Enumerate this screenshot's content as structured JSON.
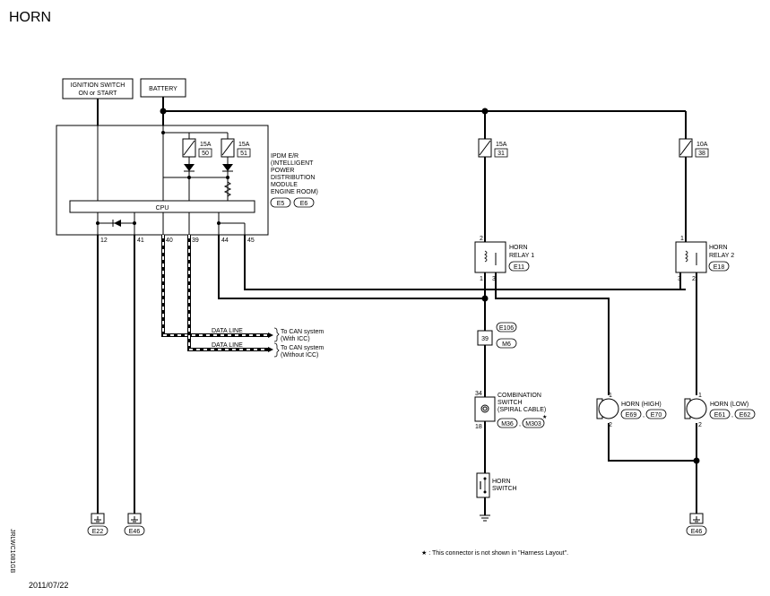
{
  "title": "HORN",
  "ignition_switch": {
    "line1": "IGNITION SWITCH",
    "line2": "ON or START"
  },
  "battery": "BATTERY",
  "ipdm": {
    "lines": [
      "IPDM E/R",
      "(INTELLIGENT",
      "POWER",
      "DISTRIBUTION",
      "MODULE",
      "ENGINE ROOM)"
    ],
    "connectors": [
      "E5",
      "E6"
    ],
    "cpu": "CPU",
    "fuses": [
      {
        "amp": "15A",
        "no": "50"
      },
      {
        "amp": "15A",
        "no": "51"
      }
    ],
    "terminals": [
      "12",
      "41",
      "40",
      "39",
      "44",
      "45"
    ]
  },
  "data_lines": [
    {
      "label": "DATA LINE",
      "dest1": "To CAN system",
      "dest2": "(With ICC)"
    },
    {
      "label": "DATA LINE",
      "dest1": "To CAN system",
      "dest2": "(Without ICC)"
    }
  ],
  "fuses_ext": [
    {
      "amp": "15A",
      "no": "31"
    },
    {
      "amp": "10A",
      "no": "38"
    }
  ],
  "relay1": {
    "line1": "HORN",
    "line2": "RELAY 1",
    "connector": "E11",
    "pins": [
      "2",
      "1",
      "3"
    ]
  },
  "relay2": {
    "line1": "HORN",
    "line2": "RELAY 2",
    "connector": "E18",
    "pins": [
      "1",
      "3",
      "2"
    ]
  },
  "joint": {
    "pin": "39",
    "connectors": [
      "E106",
      "M6"
    ]
  },
  "combination_switch": {
    "lines": [
      "COMBINATION",
      "SWITCH",
      "(SPIRAL CABLE)"
    ],
    "connectors": [
      "M36",
      "M303"
    ],
    "star": "★",
    "pins": [
      "34",
      "18"
    ]
  },
  "horn_switch": {
    "line1": "HORN",
    "line2": "SWITCH"
  },
  "horn_high": {
    "label": "HORN (HIGH)",
    "connectors": [
      "E69",
      "E70"
    ],
    "pins": [
      "1",
      "2"
    ]
  },
  "horn_low": {
    "label": "HORN (LOW)",
    "connectors": [
      "E61",
      "E62"
    ],
    "pins": [
      "1",
      "2"
    ]
  },
  "grounds": [
    "E22",
    "E46",
    "E46"
  ],
  "footnote": "★ : This connector is not shown in \"Harness Layout\".",
  "side_code": "JRLWC1081GB",
  "date": "2011/07/22"
}
